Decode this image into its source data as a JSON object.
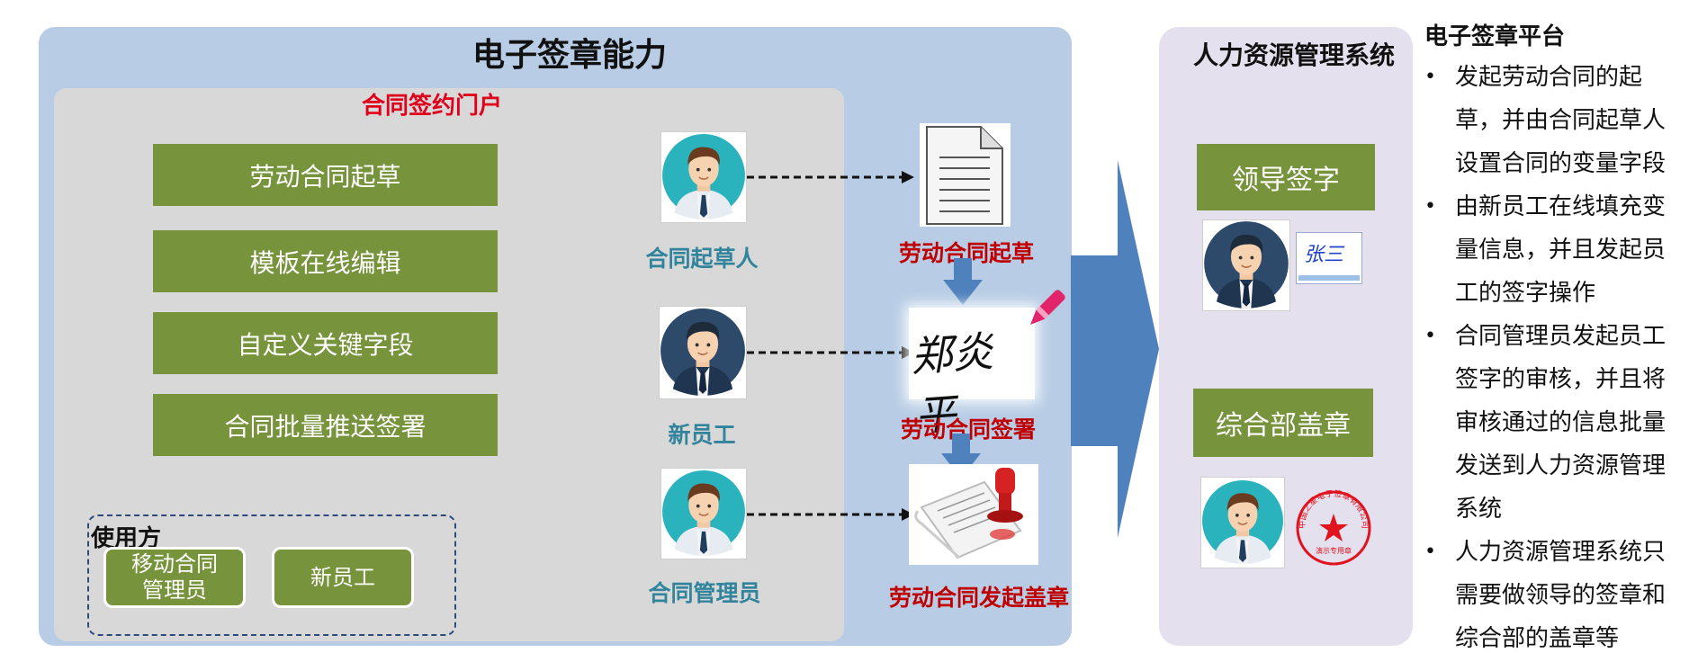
{
  "title": "电子签章能力",
  "portal": {
    "title": "合同签约门户",
    "features": [
      "劳动合同起草",
      "模板在线编辑",
      "自定义关键字段",
      "合同批量推送签署"
    ],
    "users_title": "使用方",
    "users": [
      "移动合同\n管理员",
      "新员工"
    ]
  },
  "roles": [
    "合同起草人",
    "新员工",
    "合同管理员"
  ],
  "steps": [
    "劳动合同起草",
    "劳动合同签署",
    "劳动合同发起盖章"
  ],
  "signature_text": "郑炎平",
  "hr": {
    "title": "人力资源管理系统",
    "leader_sign": "领导签字",
    "dept_seal": "综合部盖章",
    "mini_signature": "张三",
    "seal_text": "中国之星电子签章有限公司",
    "seal_sub": "演示专用章"
  },
  "platform": {
    "title": "电子签章平台",
    "bullets": [
      "发起劳动合同的起草，并由合同起草人设置合同的变量字段",
      "由新员工在线填充变量信息，并且发起员工的签字操作",
      "合同管理员发起员工签字的审核，并且将审核通过的信息批量发送到人力资源管理系统",
      "人力资源管理系统只需要做领导的签章和综合部的盖章等"
    ]
  },
  "colors": {
    "main_panel": "#b8cde5",
    "portal_panel": "#d8d8d8",
    "button_green": "#77933c",
    "red_text": "#e0001b",
    "role_teal": "#31849b",
    "step_red": "#c00000",
    "arrow_blue": "#4f81bd",
    "hr_panel": "#e4e0ee"
  },
  "icons": [
    "person-avatar-icon",
    "document-icon",
    "pen-icon",
    "stamp-icon",
    "seal-icon",
    "bullet-icon"
  ]
}
